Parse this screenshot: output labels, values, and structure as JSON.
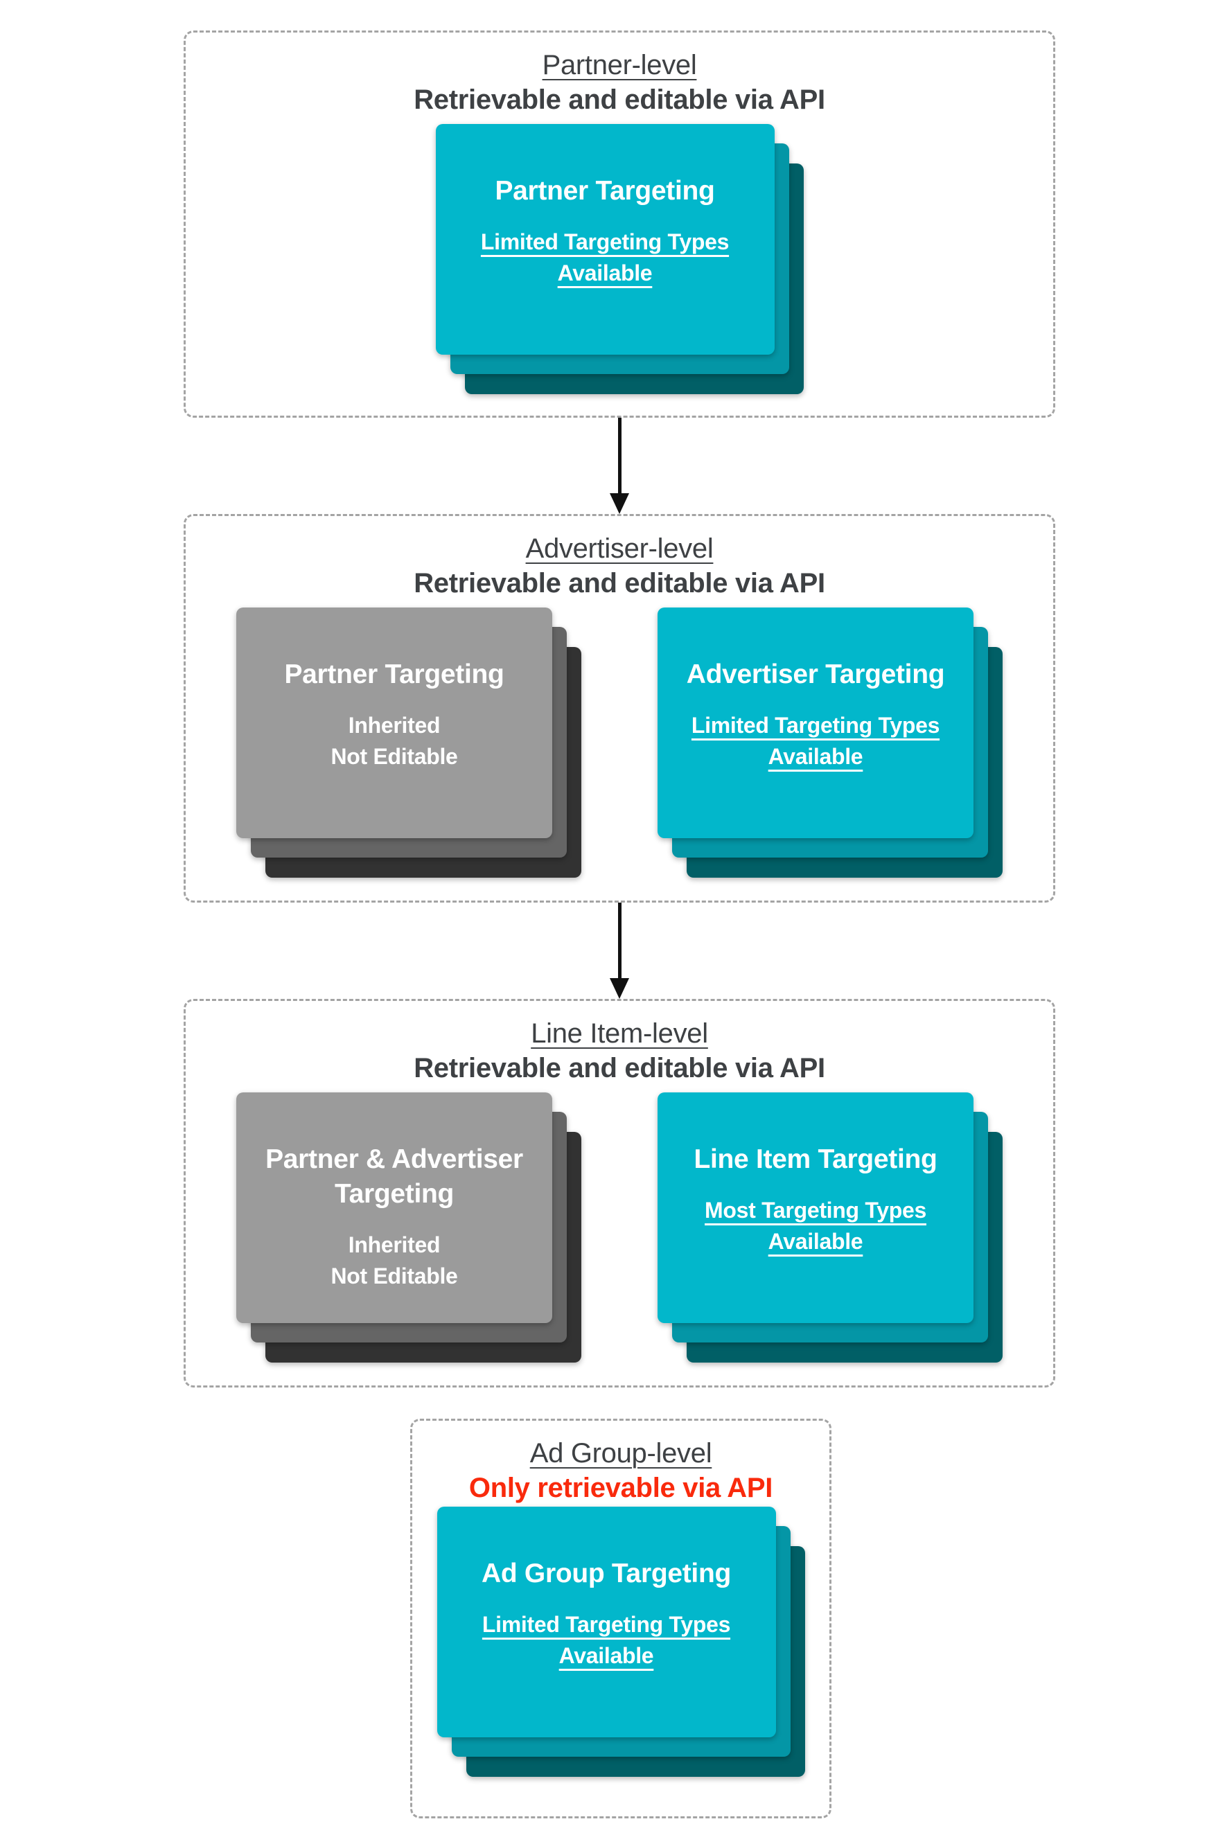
{
  "palette": {
    "header_text": "#3e4144",
    "warning_text": "#f92a0c",
    "teal_card_front": "#02b7cb",
    "teal_card_mid": "#0496a6",
    "teal_card_back": "#015f66",
    "gray_card_front": "#9b9b9b",
    "gray_card_mid": "#656565",
    "gray_card_back": "#323232",
    "card_text": "#ffffff",
    "dashed_border": "#a4a4a4",
    "arrow": "#111111"
  },
  "icons": {
    "flow_arrow": "down-arrow"
  },
  "sections": [
    {
      "level_label": "Partner-level",
      "api_note": "Retrievable and editable via API",
      "cards": [
        {
          "style": "teal",
          "title": "Partner Targeting",
          "subtitle": "Limited Targeting Types\nAvailable"
        }
      ]
    },
    {
      "level_label": "Advertiser-level",
      "api_note": "Retrievable and editable via API",
      "cards": [
        {
          "style": "gray",
          "title": "Partner Targeting",
          "subtitle": "Inherited\nNot Editable"
        },
        {
          "style": "teal",
          "title": "Advertiser Targeting",
          "subtitle": "Limited Targeting Types\nAvailable"
        }
      ]
    },
    {
      "level_label": "Line Item-level",
      "api_note": "Retrievable and editable via API",
      "cards": [
        {
          "style": "gray",
          "title": "Partner & Advertiser\nTargeting",
          "subtitle": "Inherited\nNot Editable"
        },
        {
          "style": "teal",
          "title": "Line Item Targeting",
          "subtitle": "Most Targeting Types\nAvailable"
        }
      ]
    },
    {
      "level_label": "Ad Group-level",
      "api_note": "Only retrievable via API",
      "cards": [
        {
          "style": "teal",
          "title": "Ad Group Targeting",
          "subtitle": "Limited Targeting Types\nAvailable"
        }
      ]
    }
  ]
}
